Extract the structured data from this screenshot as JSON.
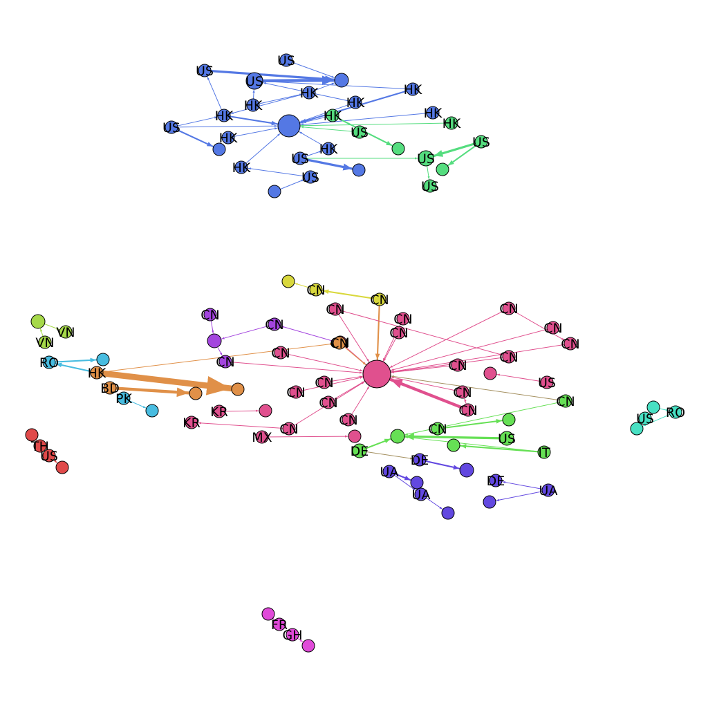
{
  "colors": {
    "blue": "#5478e4",
    "green": "#55dd7f",
    "pink": "#e0508e",
    "purple": "#a345de",
    "orange": "#e09048",
    "yellow": "#d9d83d",
    "cyan": "#48bce0",
    "lime": "#a6d94a",
    "red": "#e04a4a",
    "violet": "#6248e0",
    "brightgreen": "#66e055",
    "teal": "#48e0c3",
    "magenta": "#e04ad9",
    "olive": "#a49060"
  },
  "nodes": [
    {
      "id": "b_us1",
      "label": "US",
      "color": "blue"
    },
    {
      "id": "b_us2",
      "label": "US",
      "color": "blue"
    },
    {
      "id": "b_usbig",
      "label": "US",
      "color": "blue"
    },
    {
      "id": "b_circ1",
      "label": "",
      "color": "blue"
    },
    {
      "id": "b_hk1",
      "label": "HK",
      "color": "blue"
    },
    {
      "id": "b_hk2",
      "label": "HK",
      "color": "blue"
    },
    {
      "id": "b_hk3",
      "label": "HK",
      "color": "blue"
    },
    {
      "id": "b_hk4",
      "label": "HK",
      "color": "blue"
    },
    {
      "id": "b_hk5",
      "label": "HK",
      "color": "blue"
    },
    {
      "id": "b_hk6",
      "label": "HK",
      "color": "blue"
    },
    {
      "id": "b_hub",
      "label": "",
      "color": "blue"
    },
    {
      "id": "b_us3",
      "label": "US",
      "color": "blue"
    },
    {
      "id": "b_hk7",
      "label": "HK",
      "color": "blue"
    },
    {
      "id": "b_circ2",
      "label": "",
      "color": "blue"
    },
    {
      "id": "b_hk8",
      "label": "HK",
      "color": "blue"
    },
    {
      "id": "b_us4",
      "label": "US",
      "color": "blue"
    },
    {
      "id": "b_circ3",
      "label": "",
      "color": "blue"
    },
    {
      "id": "b_hk9",
      "label": "HK",
      "color": "blue"
    },
    {
      "id": "b_us5",
      "label": "US",
      "color": "blue"
    },
    {
      "id": "b_circ4",
      "label": "",
      "color": "blue"
    },
    {
      "id": "g_hk1",
      "label": "HK",
      "color": "green"
    },
    {
      "id": "g_hk2",
      "label": "HK",
      "color": "green"
    },
    {
      "id": "g_us1",
      "label": "US",
      "color": "green"
    },
    {
      "id": "g_circ1",
      "label": "",
      "color": "green"
    },
    {
      "id": "g_us2",
      "label": "US",
      "color": "green"
    },
    {
      "id": "g_us3",
      "label": "US",
      "color": "green"
    },
    {
      "id": "g_circ2",
      "label": "",
      "color": "green"
    },
    {
      "id": "g_us4",
      "label": "US",
      "color": "green"
    },
    {
      "id": "y_circ",
      "label": "",
      "color": "yellow"
    },
    {
      "id": "y_cn1",
      "label": "CN",
      "color": "yellow"
    },
    {
      "id": "y_cn2",
      "label": "CN",
      "color": "yellow"
    },
    {
      "id": "p_hub",
      "label": "",
      "color": "pink"
    },
    {
      "id": "p_cn1",
      "label": "CN",
      "color": "pink"
    },
    {
      "id": "p_cn2",
      "label": "CN",
      "color": "pink"
    },
    {
      "id": "p_cn3",
      "label": "CN",
      "color": "pink"
    },
    {
      "id": "p_cn4",
      "label": "CN",
      "color": "pink"
    },
    {
      "id": "p_cn5",
      "label": "CN",
      "color": "pink"
    },
    {
      "id": "p_cn6",
      "label": "CN",
      "color": "pink"
    },
    {
      "id": "p_cn7",
      "label": "CN",
      "color": "pink"
    },
    {
      "id": "p_cn8",
      "label": "CN",
      "color": "pink"
    },
    {
      "id": "p_cn9",
      "label": "CN",
      "color": "pink"
    },
    {
      "id": "p_circ1",
      "label": "",
      "color": "pink"
    },
    {
      "id": "p_us1",
      "label": "US",
      "color": "pink"
    },
    {
      "id": "p_cn10",
      "label": "CN",
      "color": "pink"
    },
    {
      "id": "p_cn11",
      "label": "CN",
      "color": "pink"
    },
    {
      "id": "p_cn12",
      "label": "CN",
      "color": "pink"
    },
    {
      "id": "p_cn13",
      "label": "CN",
      "color": "pink"
    },
    {
      "id": "p_cn14",
      "label": "CN",
      "color": "pink"
    },
    {
      "id": "p_cn15",
      "label": "CN",
      "color": "pink"
    },
    {
      "id": "p_cn16",
      "label": "CN",
      "color": "pink"
    },
    {
      "id": "p_kr1",
      "label": "KR",
      "color": "pink"
    },
    {
      "id": "p_circ2",
      "label": "",
      "color": "pink"
    },
    {
      "id": "p_kr2",
      "label": "KR",
      "color": "pink"
    },
    {
      "id": "p_mx",
      "label": "MX",
      "color": "pink"
    },
    {
      "id": "p_circ3",
      "label": "",
      "color": "pink"
    },
    {
      "id": "p_cn17",
      "label": "CN",
      "color": "pink"
    },
    {
      "id": "pu_cn1",
      "label": "CN",
      "color": "purple"
    },
    {
      "id": "pu_circ",
      "label": "",
      "color": "purple"
    },
    {
      "id": "pu_cn2",
      "label": "CN",
      "color": "purple"
    },
    {
      "id": "pu_cn3",
      "label": "CN",
      "color": "purple"
    },
    {
      "id": "o_cn",
      "label": "CN",
      "color": "orange"
    },
    {
      "id": "o_hk",
      "label": "HK",
      "color": "orange"
    },
    {
      "id": "o_bd",
      "label": "BD",
      "color": "orange"
    },
    {
      "id": "o_circ1",
      "label": "",
      "color": "orange"
    },
    {
      "id": "o_circ2",
      "label": "",
      "color": "orange"
    },
    {
      "id": "c_circ1",
      "label": "",
      "color": "cyan"
    },
    {
      "id": "c_ro",
      "label": "RO",
      "color": "cyan"
    },
    {
      "id": "c_pk",
      "label": "PK",
      "color": "cyan"
    },
    {
      "id": "c_circ2",
      "label": "",
      "color": "cyan"
    },
    {
      "id": "l_circ",
      "label": "",
      "color": "lime"
    },
    {
      "id": "l_vn1",
      "label": "VN",
      "color": "lime"
    },
    {
      "id": "l_vn2",
      "label": "VN",
      "color": "lime"
    },
    {
      "id": "r_circ1",
      "label": "",
      "color": "red"
    },
    {
      "id": "r_th",
      "label": "TH",
      "color": "red"
    },
    {
      "id": "r_us",
      "label": "US",
      "color": "red"
    },
    {
      "id": "r_circ2",
      "label": "",
      "color": "red"
    },
    {
      "id": "gr_circ1",
      "label": "",
      "color": "brightgreen"
    },
    {
      "id": "gr_cn",
      "label": "CN",
      "color": "brightgreen"
    },
    {
      "id": "gr_circ2",
      "label": "",
      "color": "brightgreen"
    },
    {
      "id": "gr_us",
      "label": "US",
      "color": "brightgreen"
    },
    {
      "id": "gr_circ3",
      "label": "",
      "color": "brightgreen"
    },
    {
      "id": "gr_it",
      "label": "IT",
      "color": "brightgreen"
    },
    {
      "id": "gr_de",
      "label": "DE",
      "color": "brightgreen"
    },
    {
      "id": "gr_cn2",
      "label": "CN",
      "color": "brightgreen"
    },
    {
      "id": "v_de1",
      "label": "DE",
      "color": "violet"
    },
    {
      "id": "v_circ1",
      "label": "",
      "color": "violet"
    },
    {
      "id": "v_ua1",
      "label": "UA",
      "color": "violet"
    },
    {
      "id": "v_circ2",
      "label": "",
      "color": "violet"
    },
    {
      "id": "v_ua2",
      "label": "UA",
      "color": "violet"
    },
    {
      "id": "v_circ3",
      "label": "",
      "color": "violet"
    },
    {
      "id": "v_de2",
      "label": "DE",
      "color": "violet"
    },
    {
      "id": "v_circ4",
      "label": "",
      "color": "violet"
    },
    {
      "id": "v_ua3",
      "label": "UA",
      "color": "violet"
    },
    {
      "id": "t_circ1",
      "label": "",
      "color": "teal"
    },
    {
      "id": "t_us",
      "label": "US",
      "color": "teal"
    },
    {
      "id": "t_ro",
      "label": "RO",
      "color": "teal"
    },
    {
      "id": "t_circ2",
      "label": "",
      "color": "teal"
    },
    {
      "id": "m_circ1",
      "label": "",
      "color": "magenta"
    },
    {
      "id": "m_fr",
      "label": "FR",
      "color": "magenta"
    },
    {
      "id": "m_gh",
      "label": "GH",
      "color": "magenta"
    },
    {
      "id": "m_circ2",
      "label": "",
      "color": "magenta"
    }
  ],
  "edges": [
    {
      "from": "b_us1",
      "to": "b_circ1",
      "color": "blue",
      "weight": 3
    },
    {
      "from": "b_us2",
      "to": "b_circ1",
      "color": "blue",
      "weight": 1
    },
    {
      "from": "b_usbig",
      "to": "b_circ1",
      "color": "blue",
      "weight": 4
    },
    {
      "from": "b_hk1",
      "to": "b_circ1",
      "color": "blue",
      "weight": 1
    },
    {
      "from": "b_hk1",
      "to": "b_hk5",
      "color": "blue",
      "weight": 1
    },
    {
      "from": "b_hk2",
      "to": "b_usbig",
      "color": "blue",
      "weight": 1
    },
    {
      "from": "b_hk2",
      "to": "b_hk1",
      "color": "blue",
      "weight": 1
    },
    {
      "from": "b_hk3",
      "to": "b_hub",
      "color": "blue",
      "weight": 1
    },
    {
      "from": "b_hk3",
      "to": "b_usbig",
      "color": "blue",
      "weight": 1
    },
    {
      "from": "b_hk4",
      "to": "b_hub",
      "color": "blue",
      "weight": 2
    },
    {
      "from": "b_hk5",
      "to": "b_us1",
      "color": "blue",
      "weight": 1
    },
    {
      "from": "b_hk5",
      "to": "b_hub",
      "color": "blue",
      "weight": 2
    },
    {
      "from": "b_hk6",
      "to": "b_hub",
      "color": "blue",
      "weight": 1
    },
    {
      "from": "b_us3",
      "to": "b_hk5",
      "color": "blue",
      "weight": 1
    },
    {
      "from": "b_us3",
      "to": "b_circ2",
      "color": "blue",
      "weight": 2
    },
    {
      "from": "b_us3",
      "to": "b_hub",
      "color": "blue",
      "weight": 1
    },
    {
      "from": "b_hk7",
      "to": "b_hub",
      "color": "blue",
      "weight": 1
    },
    {
      "from": "b_hk8",
      "to": "b_hub",
      "color": "blue",
      "weight": 1
    },
    {
      "from": "b_us4",
      "to": "b_circ3",
      "color": "blue",
      "weight": 3
    },
    {
      "from": "b_us4",
      "to": "b_hk8",
      "color": "blue",
      "weight": 1
    },
    {
      "from": "b_hk9",
      "to": "b_hub",
      "color": "blue",
      "weight": 1
    },
    {
      "from": "b_us5",
      "to": "b_hk9",
      "color": "blue",
      "weight": 1
    },
    {
      "from": "b_circ4",
      "to": "b_us5",
      "color": "blue",
      "weight": 1
    },
    {
      "from": "b_hk4",
      "to": "b_usbig",
      "color": "blue",
      "weight": 1
    },
    {
      "from": "g_hk1",
      "to": "b_hub",
      "color": "blue",
      "weight": 1
    },
    {
      "from": "g_hk2",
      "to": "b_hub",
      "color": "green",
      "weight": 1
    },
    {
      "from": "g_us1",
      "to": "b_hub",
      "color": "green",
      "weight": 1
    },
    {
      "from": "g_hk1",
      "to": "g_circ1",
      "color": "green",
      "weight": 2
    },
    {
      "from": "g_us2",
      "to": "g_us3",
      "color": "green",
      "weight": 3
    },
    {
      "from": "g_us2",
      "to": "g_circ2",
      "color": "green",
      "weight": 2
    },
    {
      "from": "g_us3",
      "to": "g_us4",
      "color": "green",
      "weight": 1
    },
    {
      "from": "b_us4",
      "to": "g_us3",
      "color": "green",
      "weight": 1
    },
    {
      "from": "y_cn1",
      "to": "y_circ",
      "color": "yellow",
      "weight": 1
    },
    {
      "from": "y_cn2",
      "to": "y_cn1",
      "color": "yellow",
      "weight": 2
    },
    {
      "from": "y_cn2",
      "to": "p_hub",
      "color": "orange",
      "weight": 2
    },
    {
      "from": "p_cn1",
      "to": "p_hub",
      "color": "pink",
      "weight": 1
    },
    {
      "from": "p_cn2",
      "to": "p_hub",
      "color": "pink",
      "weight": 1
    },
    {
      "from": "p_cn3",
      "to": "p_hub",
      "color": "pink",
      "weight": 1
    },
    {
      "from": "p_cn4",
      "to": "p_hub",
      "color": "pink",
      "weight": 1
    },
    {
      "from": "p_cn5",
      "to": "p_hub",
      "color": "pink",
      "weight": 1
    },
    {
      "from": "p_cn6",
      "to": "p_hub",
      "color": "pink",
      "weight": 1
    },
    {
      "from": "p_cn7",
      "to": "p_hub",
      "color": "pink",
      "weight": 1
    },
    {
      "from": "p_cn8",
      "to": "p_hub",
      "color": "pink",
      "weight": 1
    },
    {
      "from": "p_cn9",
      "to": "p_hub",
      "color": "pink",
      "weight": 1
    },
    {
      "from": "p_us1",
      "to": "p_circ1",
      "color": "pink",
      "weight": 1
    },
    {
      "from": "p_cn10",
      "to": "p_hub",
      "color": "pink",
      "weight": 1
    },
    {
      "from": "p_cn11",
      "to": "p_hub",
      "color": "pink",
      "weight": 4
    },
    {
      "from": "p_cn12",
      "to": "p_hub",
      "color": "pink",
      "weight": 1
    },
    {
      "from": "p_cn13",
      "to": "p_hub",
      "color": "pink",
      "weight": 1
    },
    {
      "from": "p_cn14",
      "to": "p_hub",
      "color": "pink",
      "weight": 1
    },
    {
      "from": "p_cn15",
      "to": "p_hub",
      "color": "pink",
      "weight": 1
    },
    {
      "from": "p_cn16",
      "to": "p_hub",
      "color": "pink",
      "weight": 1
    },
    {
      "from": "p_kr1",
      "to": "p_circ2",
      "color": "pink",
      "weight": 1
    },
    {
      "from": "p_cn16",
      "to": "p_kr2",
      "color": "pink",
      "weight": 1
    },
    {
      "from": "p_mx",
      "to": "p_circ3",
      "color": "pink",
      "weight": 1
    },
    {
      "from": "p_cn17",
      "to": "p_hub",
      "color": "pink",
      "weight": 1
    },
    {
      "from": "p_cn1",
      "to": "p_cn8",
      "color": "pink",
      "weight": 1
    },
    {
      "from": "p_cn2",
      "to": "p_cn6",
      "color": "pink",
      "weight": 1
    },
    {
      "from": "pu_cn3",
      "to": "p_hub",
      "color": "pink",
      "weight": 1
    },
    {
      "from": "p_cn11",
      "to": "p_cn10",
      "color": "pink",
      "weight": 1
    },
    {
      "from": "gr_cn2",
      "to": "p_hub",
      "color": "olive",
      "weight": 1
    },
    {
      "from": "pu_cn1",
      "to": "pu_circ",
      "color": "purple",
      "weight": 1
    },
    {
      "from": "pu_cn2",
      "to": "pu_circ",
      "color": "purple",
      "weight": 1
    },
    {
      "from": "pu_circ",
      "to": "pu_cn3",
      "color": "purple",
      "weight": 1
    },
    {
      "from": "o_cn",
      "to": "pu_cn2",
      "color": "purple",
      "weight": 1
    },
    {
      "from": "o_hk",
      "to": "o_circ2",
      "color": "orange",
      "weight": 8
    },
    {
      "from": "o_bd",
      "to": "o_circ1",
      "color": "orange",
      "weight": 4
    },
    {
      "from": "o_hk",
      "to": "o_cn",
      "color": "orange",
      "weight": 1
    },
    {
      "from": "o_cn",
      "to": "p_hub",
      "color": "orange",
      "weight": 1
    },
    {
      "from": "c_ro",
      "to": "c_circ1",
      "color": "cyan",
      "weight": 2
    },
    {
      "from": "o_hk",
      "to": "c_ro",
      "color": "cyan",
      "weight": 2
    },
    {
      "from": "c_pk",
      "to": "c_circ2",
      "color": "cyan",
      "weight": 1
    },
    {
      "from": "l_circ",
      "to": "l_vn1",
      "color": "lime",
      "weight": 1
    },
    {
      "from": "l_vn2",
      "to": "l_circ",
      "color": "lime",
      "weight": 1
    },
    {
      "from": "r_circ1",
      "to": "r_th",
      "color": "red",
      "weight": 1
    },
    {
      "from": "r_us",
      "to": "r_circ2",
      "color": "red",
      "weight": 1
    },
    {
      "from": "gr_cn",
      "to": "gr_circ2",
      "color": "brightgreen",
      "weight": 2
    },
    {
      "from": "gr_us",
      "to": "gr_circ1",
      "color": "brightgreen",
      "weight": 3
    },
    {
      "from": "gr_it",
      "to": "gr_circ3",
      "color": "brightgreen",
      "weight": 2
    },
    {
      "from": "gr_it",
      "to": "gr_circ1",
      "color": "brightgreen",
      "weight": 1
    },
    {
      "from": "gr_de",
      "to": "gr_circ1",
      "color": "brightgreen",
      "weight": 2
    },
    {
      "from": "gr_cn2",
      "to": "gr_circ1",
      "color": "brightgreen",
      "weight": 1
    },
    {
      "from": "gr_de",
      "to": "v_de1",
      "color": "olive",
      "weight": 1
    },
    {
      "from": "v_de1",
      "to": "v_circ3",
      "color": "violet",
      "weight": 2
    },
    {
      "from": "v_ua1",
      "to": "v_circ1",
      "color": "violet",
      "weight": 2
    },
    {
      "from": "v_ua1",
      "to": "v_ua2",
      "color": "violet",
      "weight": 1
    },
    {
      "from": "v_ua2",
      "to": "v_circ2",
      "color": "violet",
      "weight": 1
    },
    {
      "from": "v_ua3",
      "to": "v_de2",
      "color": "violet",
      "weight": 1
    },
    {
      "from": "v_ua3",
      "to": "v_circ4",
      "color": "violet",
      "weight": 1
    },
    {
      "from": "t_circ1",
      "to": "t_ro",
      "color": "teal",
      "weight": 1
    },
    {
      "from": "t_ro",
      "to": "t_circ2",
      "color": "teal",
      "weight": 1
    },
    {
      "from": "m_circ1",
      "to": "m_fr",
      "color": "magenta",
      "weight": 1
    },
    {
      "from": "m_gh",
      "to": "m_circ2",
      "color": "magenta",
      "weight": 1
    }
  ]
}
